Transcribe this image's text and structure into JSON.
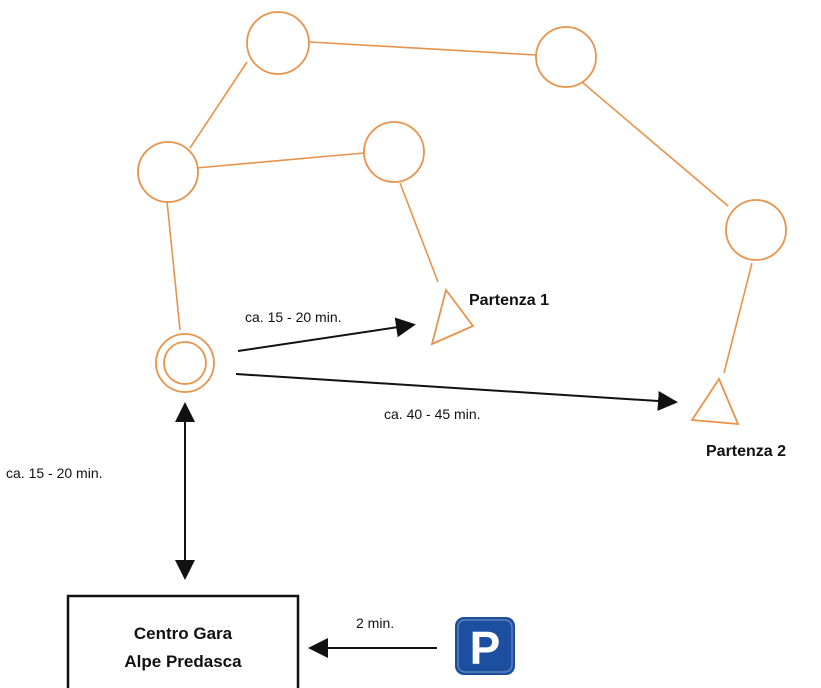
{
  "labels": {
    "start_1": "Partenza 1",
    "start_2": "Partenza 2",
    "time_to_start_1": "ca. 15 - 20 min.",
    "time_to_start_2": "ca. 40 - 45 min.",
    "time_to_center": "ca. 15 - 20 min.",
    "parking_time": "2 min.",
    "center_line1": "Centro Gara",
    "center_line2": "Alpe Predasca",
    "parking_symbol": "P"
  },
  "colors": {
    "course": "#E8934A",
    "text": "#111111",
    "parking_bg": "#1D4FA0",
    "parking_fg": "#FFFFFF"
  },
  "icons": {
    "control_point": "circle",
    "finish": "double-circle",
    "start": "triangle",
    "parking": "parking-sign"
  }
}
